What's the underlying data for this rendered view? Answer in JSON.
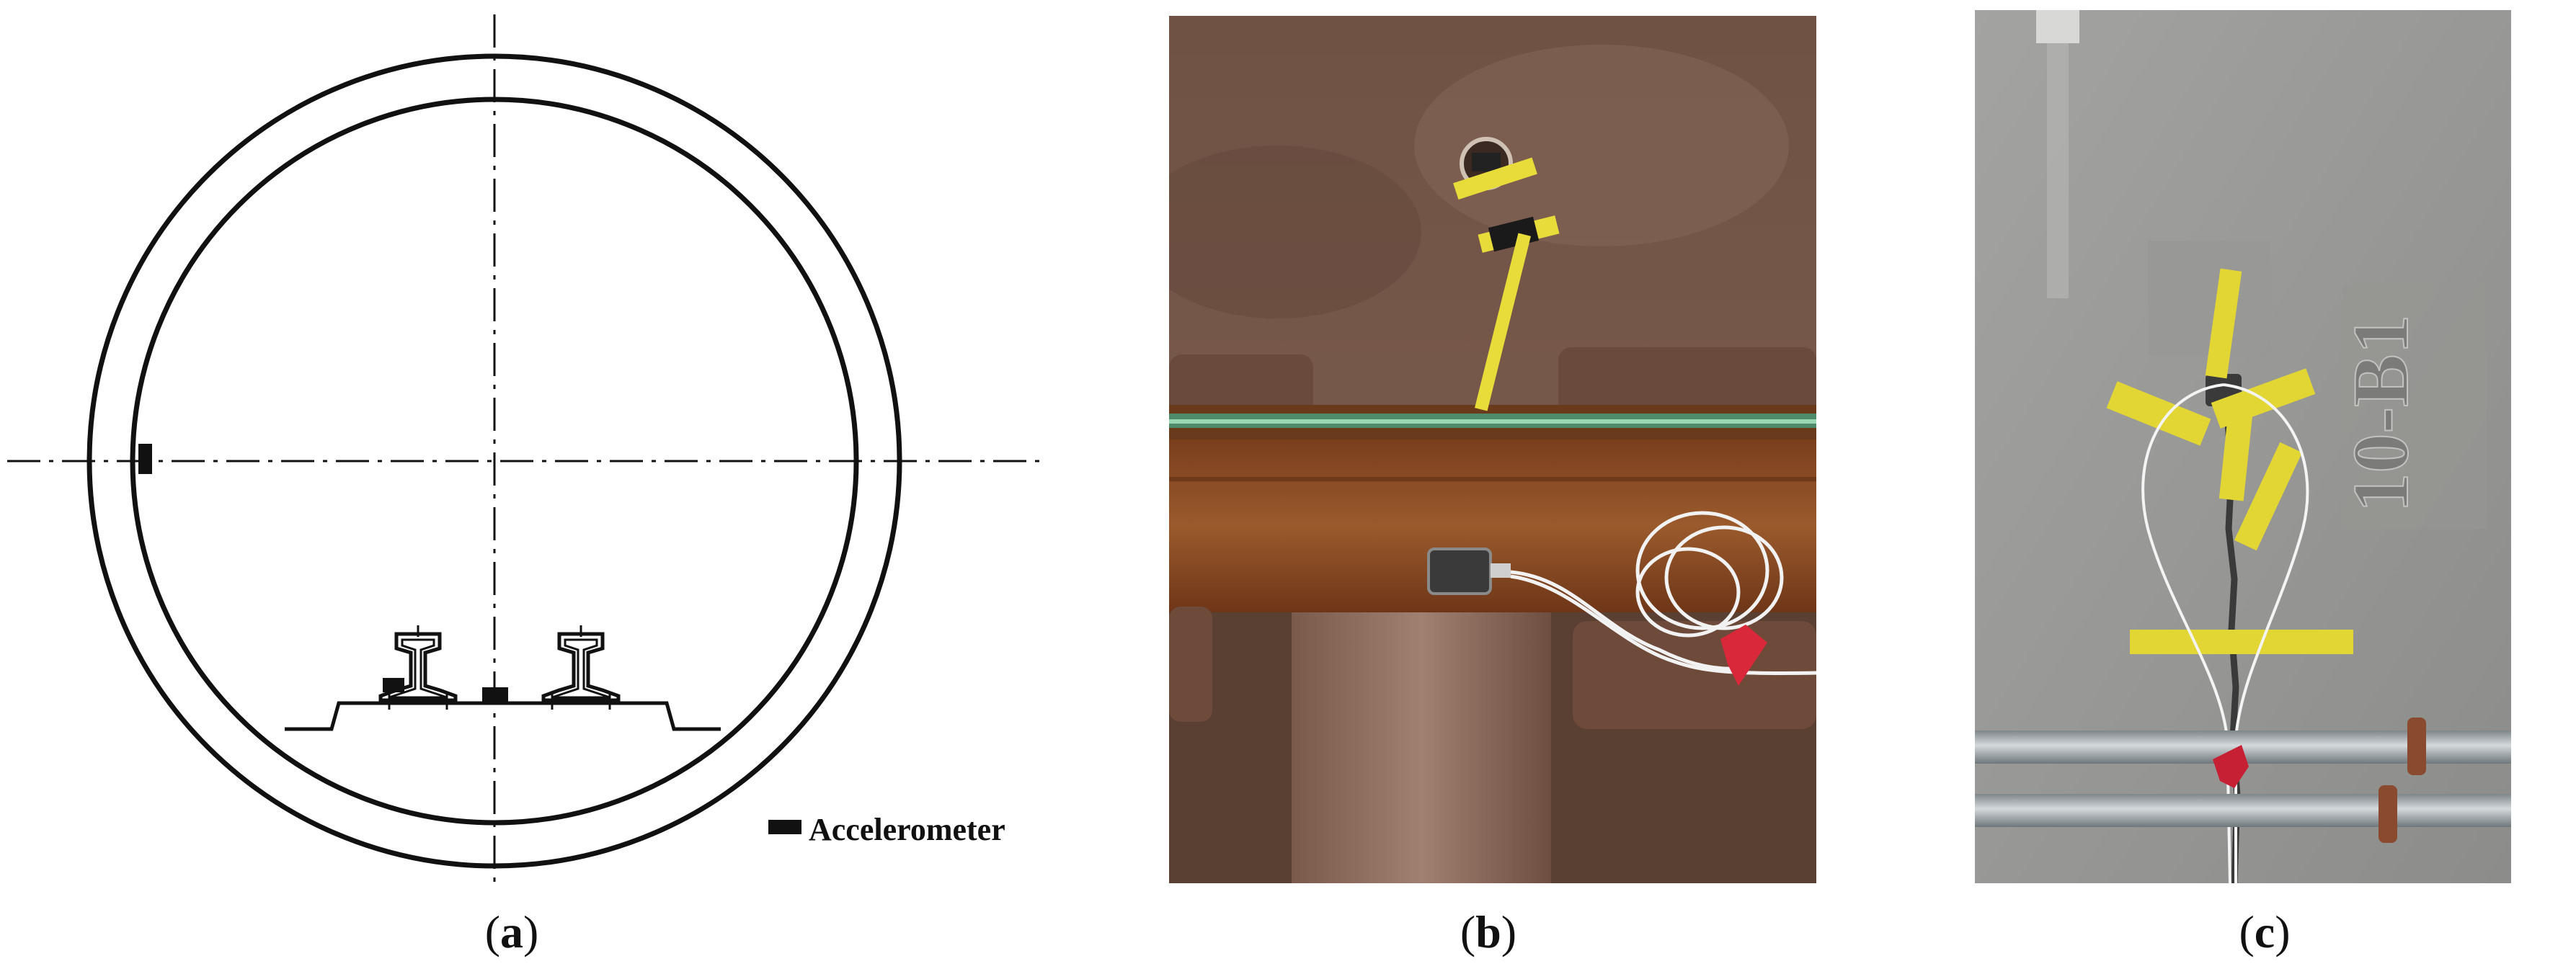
{
  "panels": {
    "a": {
      "caption_letter": "a"
    },
    "b": {
      "caption_letter": "b"
    },
    "c": {
      "caption_letter": "c"
    }
  },
  "legend": {
    "label": "Accelerometer"
  },
  "photo_c": {
    "wall_marking": "10-B1"
  },
  "colors": {
    "line": "#111111",
    "tape_yellow": "#e8dc3a",
    "concrete_b": "#7a5a48",
    "rust": "#8a4a24",
    "concrete_c": "#9a9a98",
    "pipe": "#a9afb2",
    "red_tie": "#d8283a"
  }
}
